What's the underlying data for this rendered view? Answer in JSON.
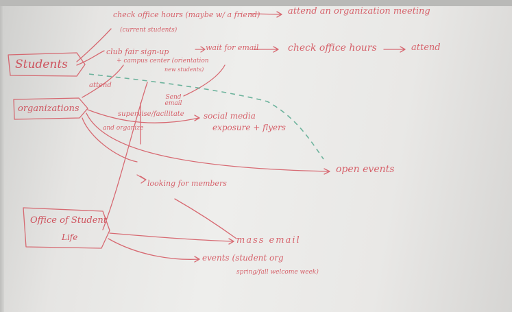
{
  "whiteboard": {
    "nodes": {
      "students": "Students",
      "organizations": "organizations",
      "office_of_student_life": "Office of Student",
      "office_suffix": "Life"
    },
    "labels": {
      "check_office_hours_top": "check office hours (maybe w/ a friend)",
      "current_students": "(current students)",
      "attend_org_meeting": "attend an organization meeting",
      "club_fair": "club fair sign-up",
      "campus_center": "+ campus center (orientation",
      "new_students": "new students)",
      "wait_for_email": "wait for email",
      "check_office_hours_mid": "check office hours",
      "attend_right": "attend",
      "attend_left": "attend",
      "send_email": "Send email",
      "supervise_facilitate": "supervise/facilitate",
      "and_organize": "and organize",
      "social_media": "social media",
      "exposure_flyers": "exposure + flyers",
      "open_events": "open events",
      "looking_for_members": "looking for members",
      "mass_email": "mass email",
      "events_student": "events (student org",
      "spring_weeks": "spring/fall welcome week)"
    },
    "colors": {
      "ink_red": "#d4545e",
      "ink_green": "#4ea58a",
      "board": "#ebeae8"
    }
  }
}
